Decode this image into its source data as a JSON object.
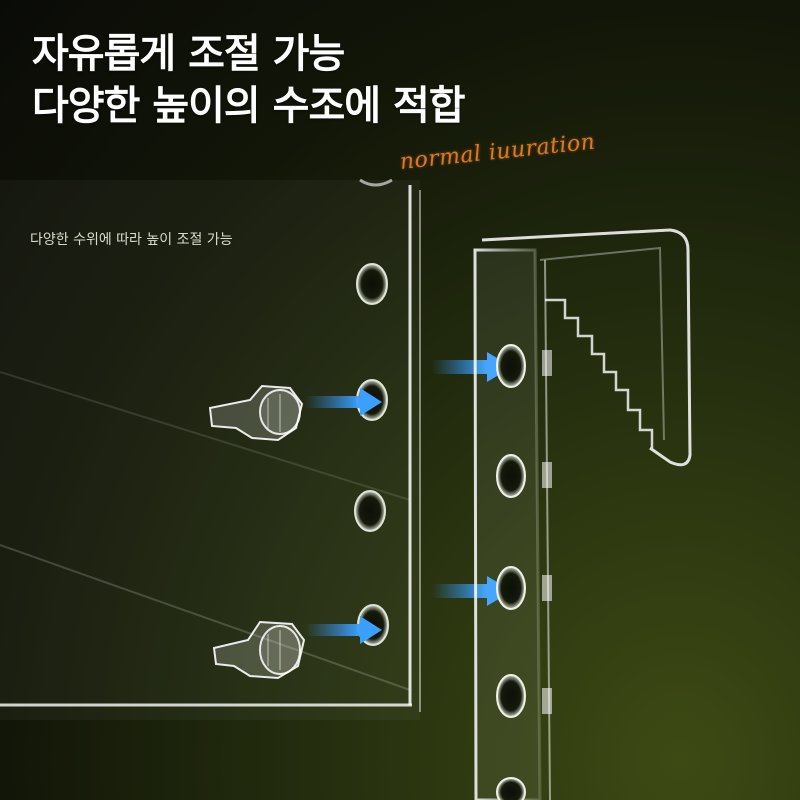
{
  "headline": {
    "line1": "자유롭게 조절 가능",
    "line2": "다양한 높이의 수조에 적합"
  },
  "subtext": "다양한 수위에 따라 높이 조절 가능",
  "handwriting": "normal iuuration",
  "icons": {
    "arrow": "blue-arrow-icon",
    "clip": "acrylic-clip-icon",
    "hole": "mounting-hole-icon"
  },
  "colors": {
    "accent_arrow": "#2f8ff0",
    "handwriting": "#e0771e",
    "background": "#1b2109"
  }
}
